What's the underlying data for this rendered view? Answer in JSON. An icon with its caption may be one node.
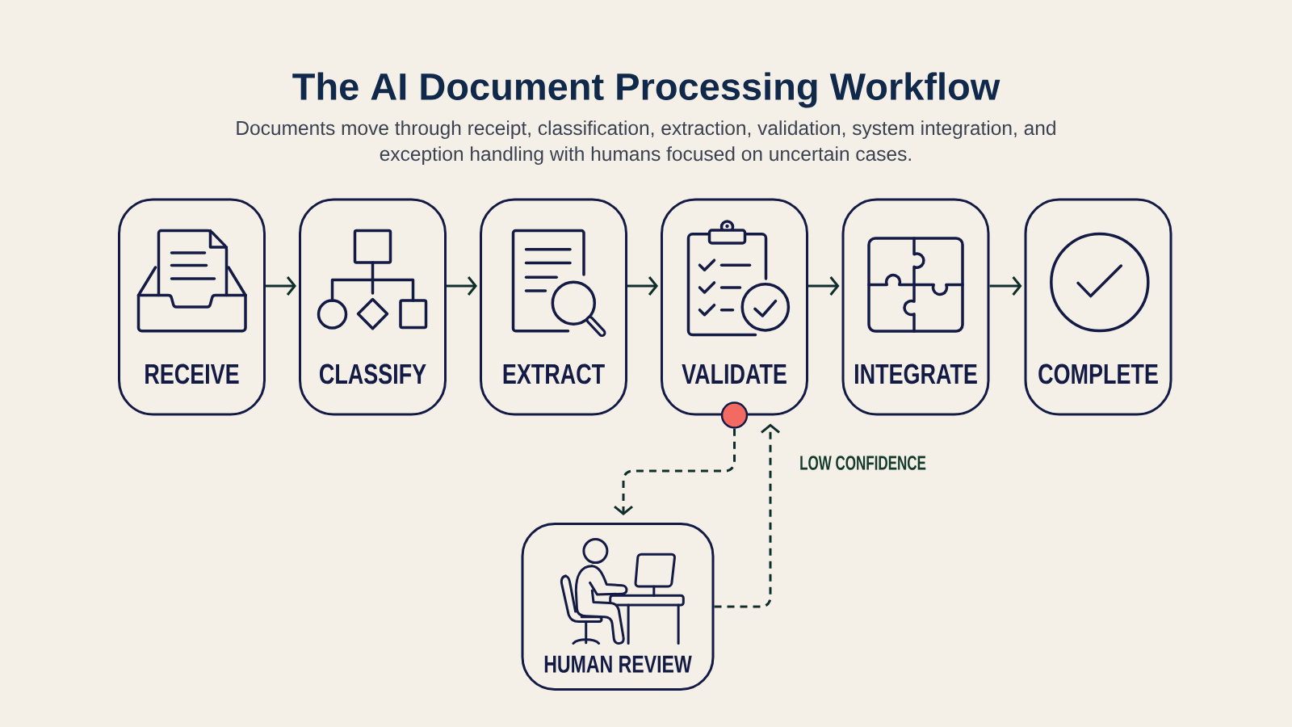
{
  "diagram": {
    "title": "The AI Document Processing Workflow",
    "caption": "Documents move through receipt, classification, extraction, validation, system integration, and exception handling with humans focused on uncertain cases.",
    "nodes": [
      {
        "text": [
          "RECEIVE"
        ]
      },
      {
        "text": [
          "CLASSIFY"
        ]
      },
      {
        "text": [
          "EXTRACT"
        ]
      },
      {
        "text": [
          "VALIDATE"
        ]
      },
      {
        "text": [
          "INTEGRATE"
        ]
      },
      {
        "text": [
          "COMPLETE"
        ]
      },
      {
        "text": [
          "HUMAN REVIEW"
        ]
      },
      {
        "text": [],
        "shape": "circle"
      }
    ],
    "edges": [
      {
        "from": 0,
        "to": 1,
        "arrow": "to"
      },
      {
        "from": 1,
        "to": 2,
        "arrow": "to"
      },
      {
        "from": 2,
        "to": 3,
        "arrow": "to"
      },
      {
        "from": 3,
        "to": 4,
        "arrow": "to"
      },
      {
        "from": 4,
        "to": 5,
        "arrow": "to"
      },
      {
        "from": 7,
        "to": 6,
        "arrow": "to",
        "style": "dashed"
      },
      {
        "from": 6,
        "to": 3,
        "arrow": "to",
        "style": "dashed",
        "label": "LOW CONFIDENCE"
      }
    ]
  }
}
